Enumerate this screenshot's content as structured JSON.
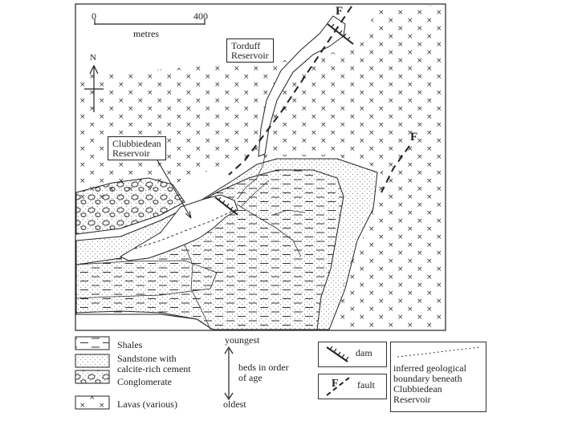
{
  "scale": {
    "zero": "0",
    "max": "400",
    "unit": "metres"
  },
  "north_arrow": {
    "label": "N"
  },
  "map_labels": {
    "torduff": [
      "Torduff",
      "Reservoir"
    ],
    "clubbiedean": [
      "Clubbiedean",
      "Reservoir"
    ],
    "fault_marker": "F"
  },
  "legend": {
    "rocks": [
      {
        "key": "shales",
        "lines": [
          "Shales"
        ]
      },
      {
        "key": "sandstone",
        "lines": [
          "Sandstone with",
          "calcite-rich cement"
        ]
      },
      {
        "key": "conglomerate",
        "lines": [
          "Conglomerate"
        ]
      },
      {
        "key": "lavas",
        "lines": [
          "Lavas (various)"
        ]
      }
    ],
    "age": {
      "top": "youngest",
      "middle": [
        "beds in order",
        "of age"
      ],
      "bottom": "oldest"
    },
    "symbols": {
      "dam": "dam",
      "fault": "fault",
      "fault_marker": "F"
    },
    "boundary": [
      "inferred geological",
      "boundary beneath",
      "Clubbiedean",
      "Reservoir"
    ]
  },
  "colors": {
    "ink": "#222222",
    "background": "#ffffff",
    "sandstone_dot": "#888888"
  }
}
